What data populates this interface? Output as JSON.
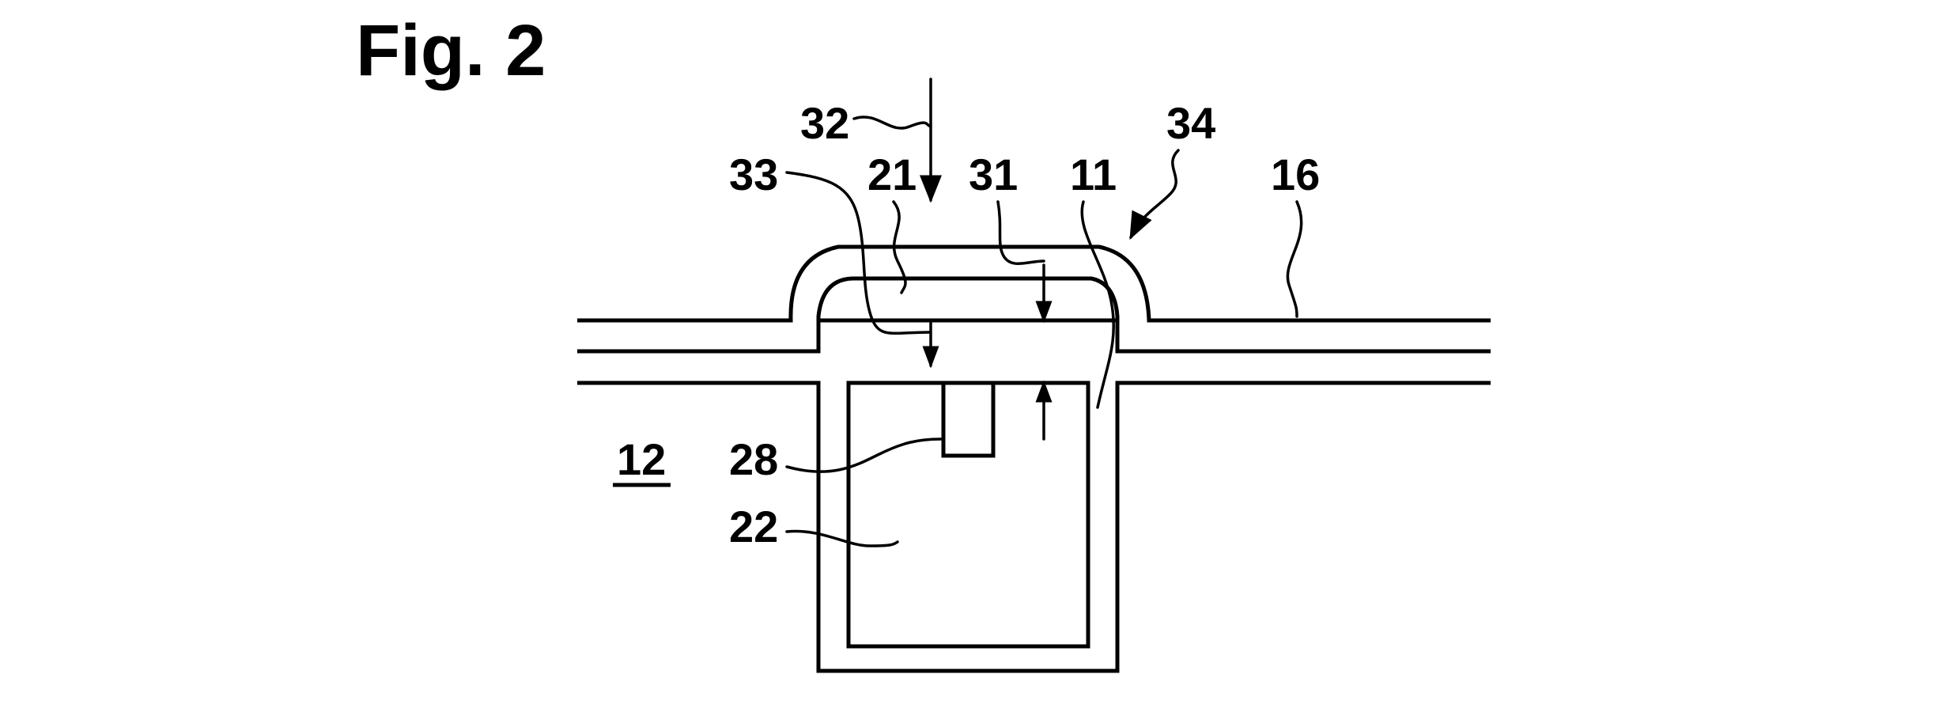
{
  "figure": {
    "title": "Fig. 2",
    "labels": {
      "l32": "32",
      "l33": "33",
      "l21": "21",
      "l31": "31",
      "l11": "11",
      "l34": "34",
      "l16": "16",
      "l12": "12",
      "l28": "28",
      "l22": "22"
    }
  }
}
